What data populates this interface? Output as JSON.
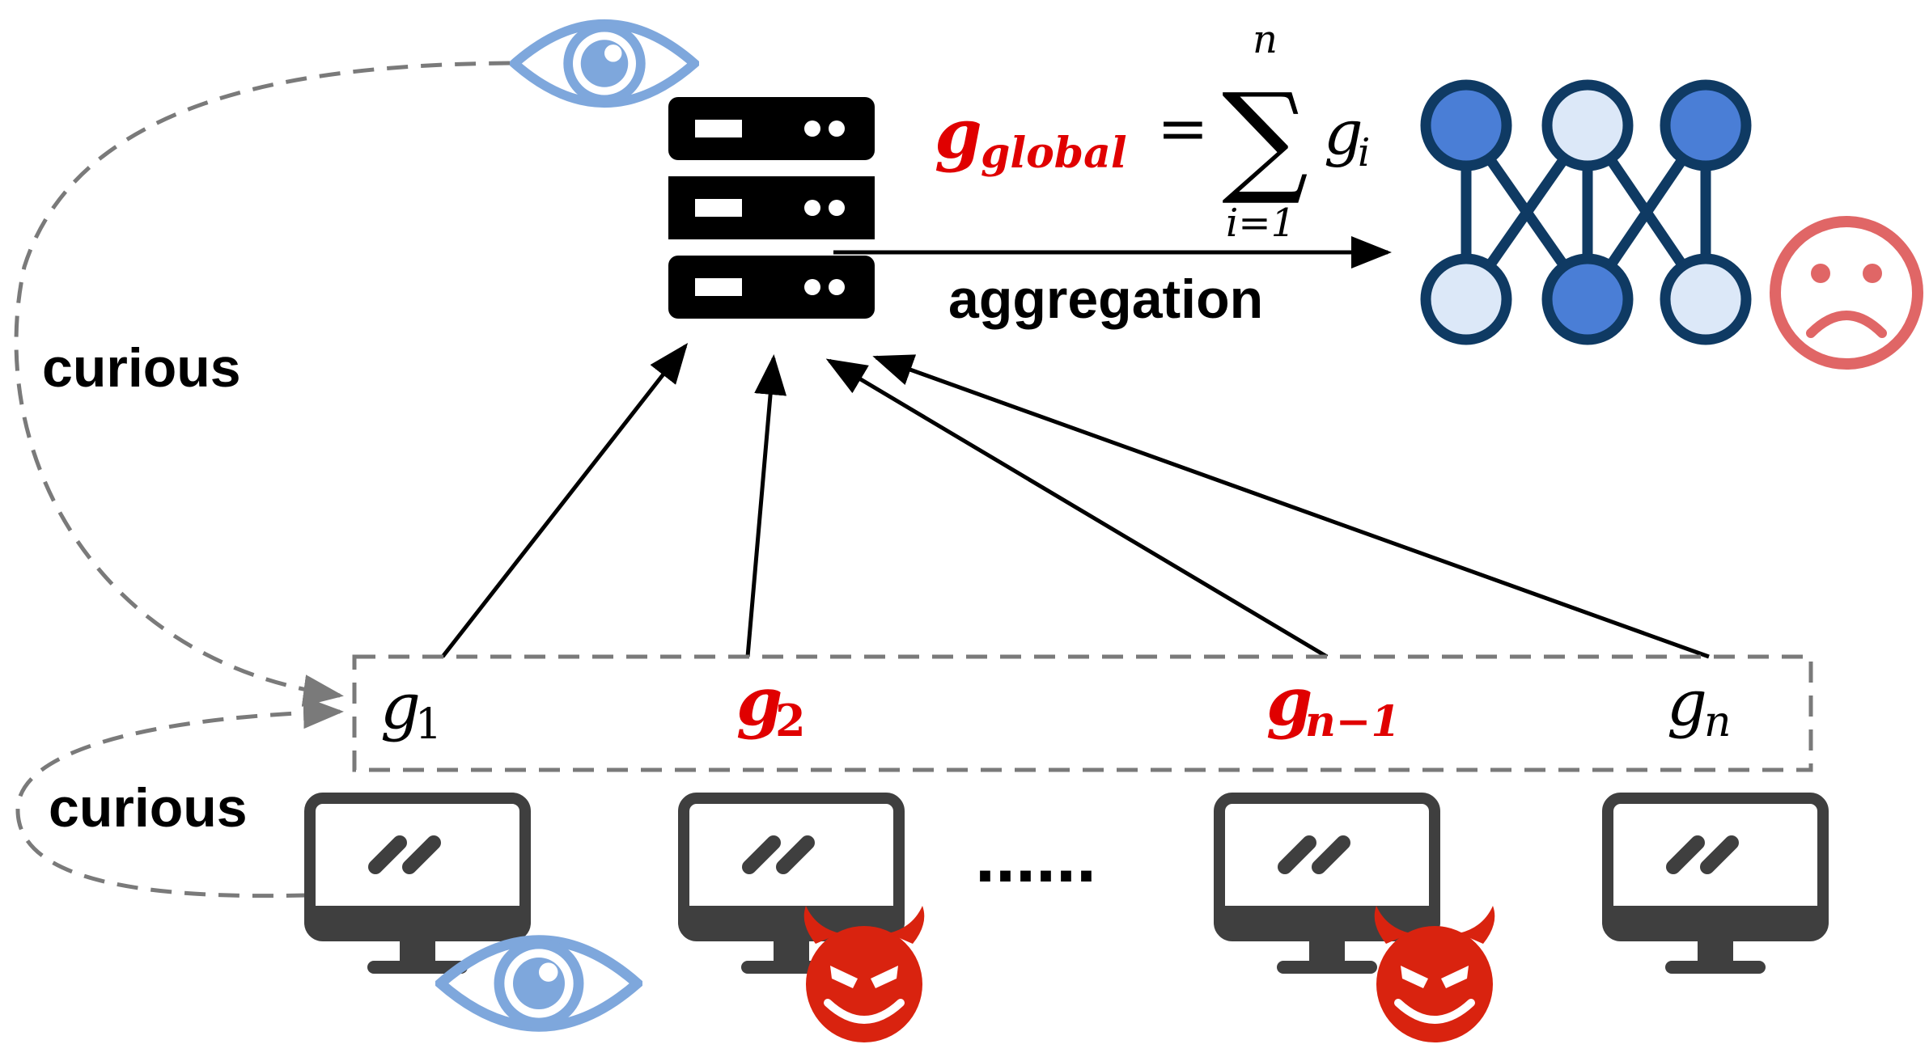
{
  "colors": {
    "black": "#000000",
    "red": "#e00000",
    "eye_blue": "#7ea7dc",
    "eye_dark": "#4f86d3",
    "node_dark": "#4a7ed6",
    "node_light": "#dce8f8",
    "node_stroke": "#0f3a63",
    "devil_red": "#d9230f",
    "sad_red": "#e06666",
    "monitor_gray": "#3f3f3f",
    "dashed_gray": "#7a7a7a"
  },
  "server": {
    "icon": "server-icon"
  },
  "formula": {
    "lhs_symbol": "g",
    "lhs_subscript": "global",
    "equals": "=",
    "sum_symbol": "∑",
    "sum_upper": "n",
    "sum_lower": "i=1",
    "term_symbol": "g",
    "term_subscript": "i"
  },
  "labels": {
    "aggregation": "aggregation",
    "curious_server": "curious",
    "curious_client": "curious",
    "ellipsis": "......"
  },
  "gradients": [
    {
      "symbol": "g",
      "subscript": "1",
      "malicious": false
    },
    {
      "symbol": "g",
      "subscript": "2",
      "malicious": true
    },
    {
      "symbol": "g",
      "subscript": "n−1",
      "malicious": true
    },
    {
      "symbol": "g",
      "subscript": "n",
      "malicious": false
    }
  ],
  "clients": [
    {
      "icon": "computer-icon",
      "badge": "eye-icon"
    },
    {
      "icon": "computer-icon",
      "badge": "devil-icon"
    },
    {
      "icon": "computer-icon",
      "badge": "devil-icon"
    },
    {
      "icon": "computer-icon",
      "badge": ""
    }
  ],
  "model": {
    "icon": "neural-network-icon",
    "status": "sad-face-icon"
  }
}
